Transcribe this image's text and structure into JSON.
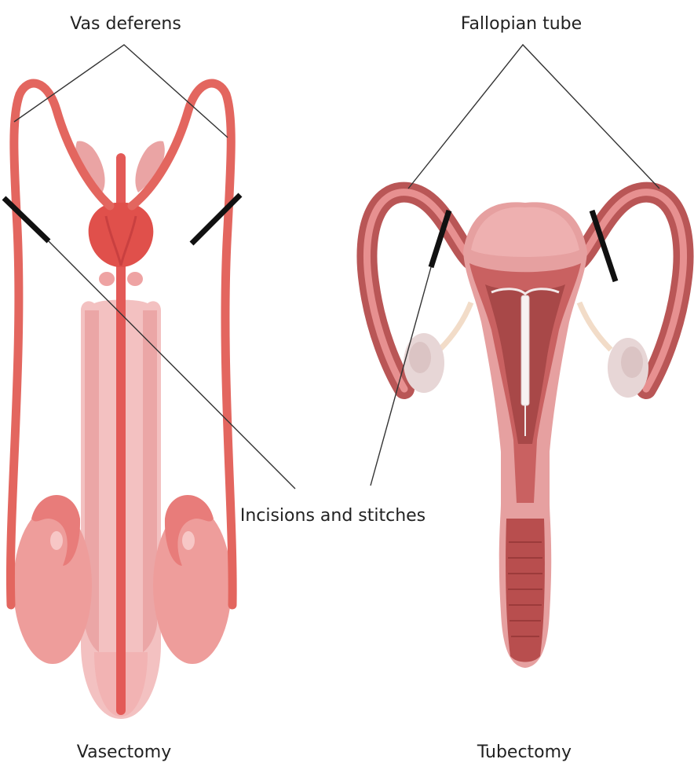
{
  "labels": {
    "vas_deferens": "Vas deferens",
    "fallopian_tube": "Fallopian tube",
    "incisions": "Incisions and stitches",
    "vasectomy": "Vasectomy",
    "tubectomy": "Tubectomy"
  },
  "colors": {
    "tube_outer": "#b95656",
    "tube_inner": "#e79090",
    "vas": "#e3665f",
    "prostate": "#e0504b",
    "shaft_light": "#f3bcbc",
    "shaft_mid": "#eaa0a0",
    "testis": "#ee9d9b",
    "uterus_wall": "#e6a0a0",
    "uterus_cavity": "#c96161",
    "ovary": "#e7d6d6",
    "cut_mark": "#111111",
    "leader_line": "#333333"
  }
}
